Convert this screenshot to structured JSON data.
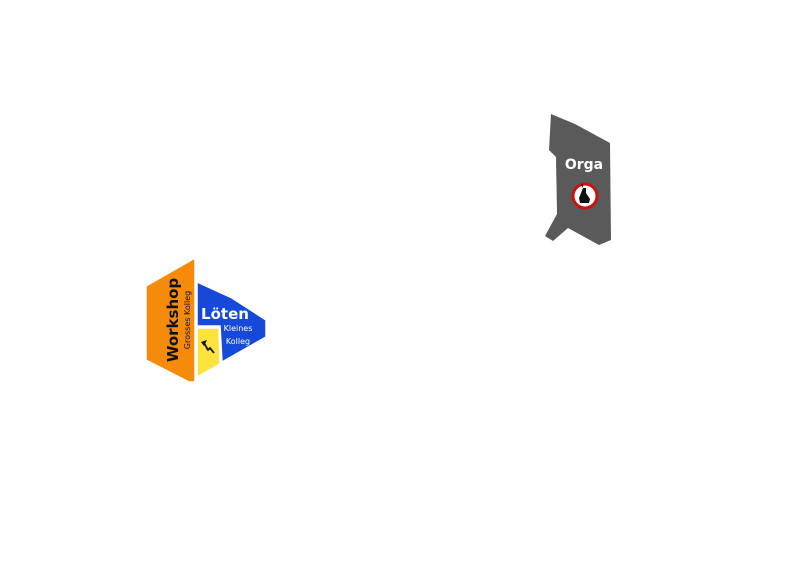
{
  "colors": {
    "workshop": "#f68b0b",
    "loeten": "#1749d8",
    "small_room": "#fbe33b",
    "orga": "#5a5a5a",
    "label_dark": "#111111",
    "label_light": "#ffffff",
    "sign_ring": "#cc1111"
  },
  "rooms": {
    "workshop": {
      "title": "Workshop",
      "subtitle": "Grosses Kolleg"
    },
    "loeten": {
      "title": "Löten",
      "subtitle_line1": "Kleines",
      "subtitle_line2": "Kolleg"
    },
    "small_room": {
      "icon": "arrow-icon"
    },
    "orga": {
      "title": "Orga",
      "icon": "rabbit-sign-icon"
    }
  }
}
